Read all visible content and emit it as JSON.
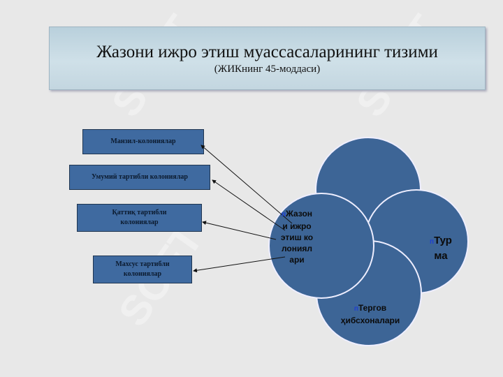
{
  "header": {
    "title": "Жазони ижро этиш муассасаларининг тизими",
    "subtitle": "(ЖИКнинг 45-моддаси)"
  },
  "boxes": [
    {
      "label": "Манзил-колониялар"
    },
    {
      "label": "Умумий тартибли колониялар"
    },
    {
      "label": "Қаттиқ тартибли колониялар"
    },
    {
      "label": "Махсус тартибли колониялар"
    }
  ],
  "circles": {
    "left": "Жазони ижро этиш колониялари",
    "right": "Турма",
    "bottom": "Тергов ҳибсхоналари",
    "bullet": "п"
  },
  "watermark": "SOFT",
  "colors": {
    "circle": "#3d6596",
    "box": "#3f6aa0"
  }
}
